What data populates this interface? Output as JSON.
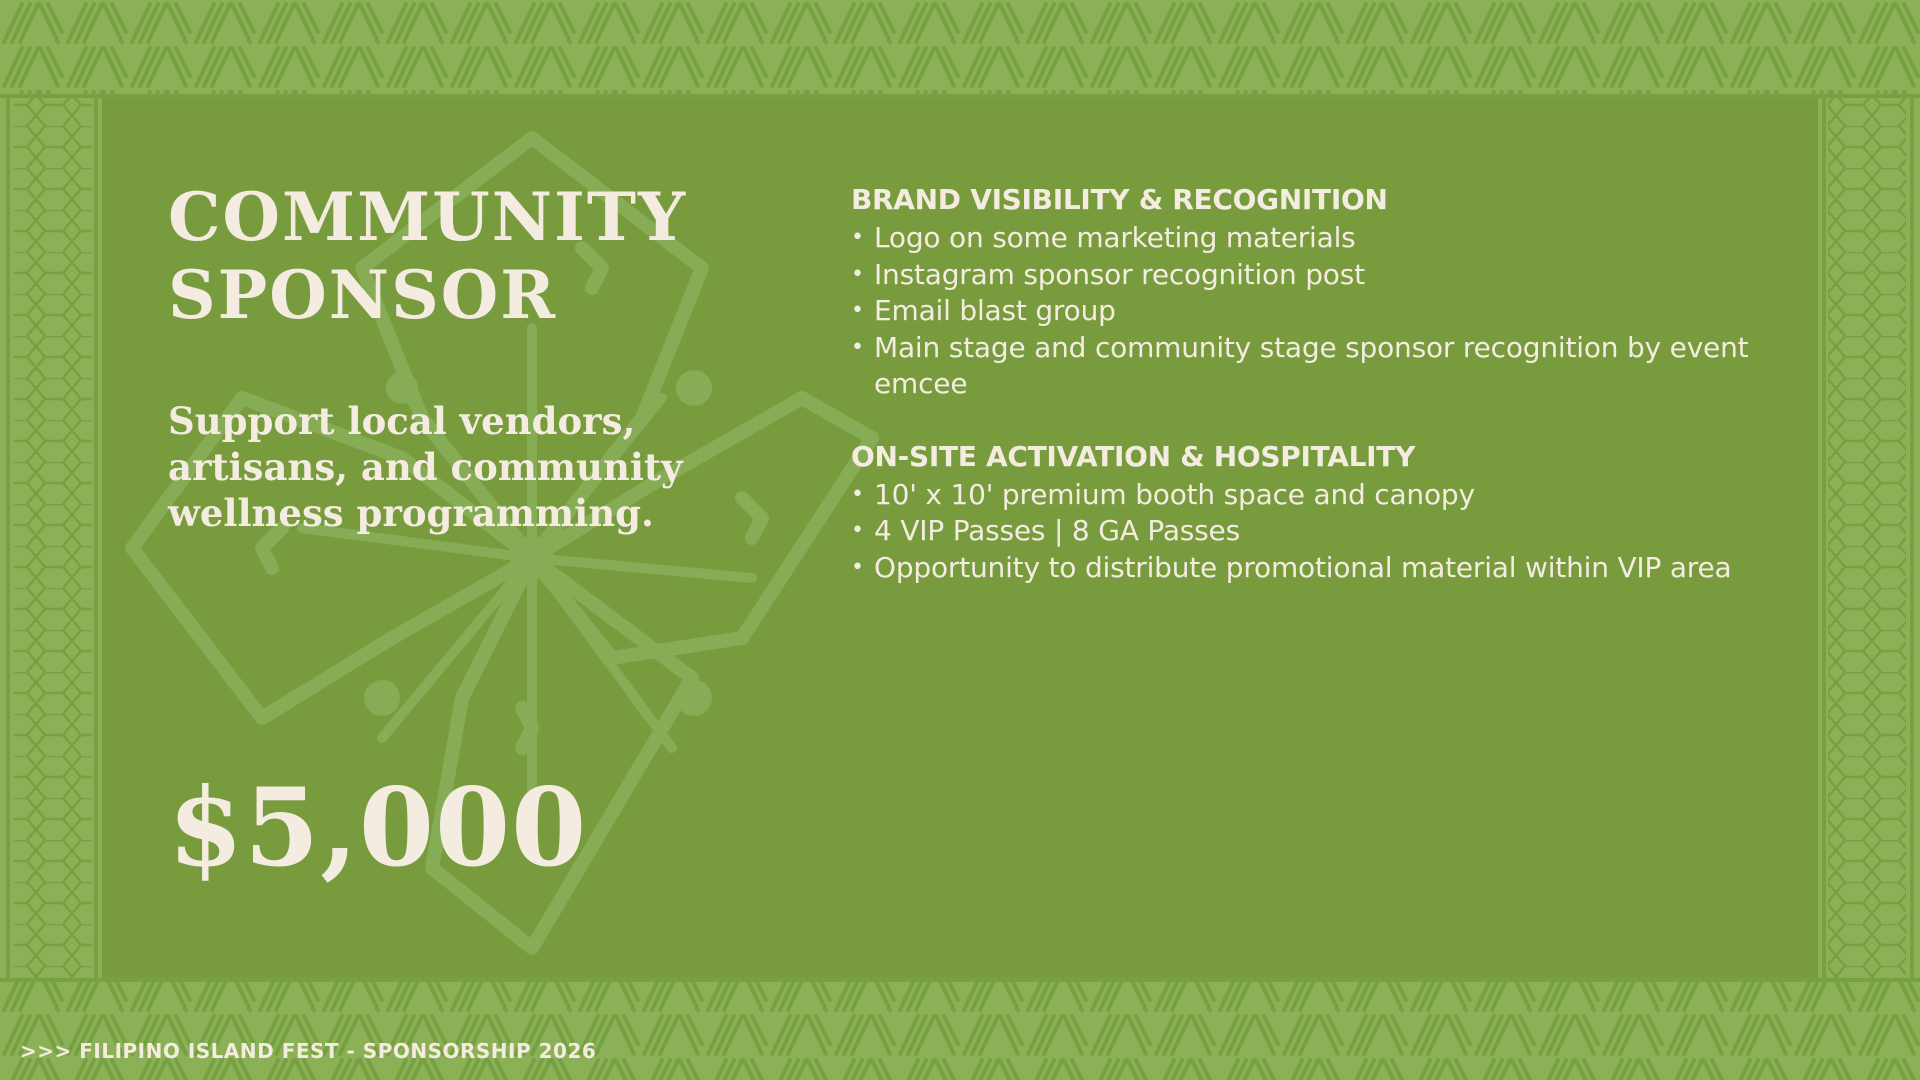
{
  "tier": {
    "title_line1": "COMMUNITY",
    "title_line2": "SPONSOR",
    "tagline": "Support local vendors, artisans, and community wellness programming.",
    "price": "$5,000"
  },
  "benefits": [
    {
      "heading": "BRAND VISIBILITY & RECOGNITION",
      "items": [
        "Logo on some marketing materials",
        "Instagram sponsor recognition post",
        "Email blast group",
        "Main stage and community stage sponsor recognition by event emcee"
      ]
    },
    {
      "heading": "ON-SITE ACTIVATION & HOSPITALITY",
      "items": [
        "10' x 10' premium booth space and canopy",
        "4 VIP Passes | 8 GA Passes",
        "Opportunity to distribute promotional material within VIP area"
      ]
    }
  ],
  "footer": {
    "text": ">>> FILIPINO ISLAND FEST - SPONSORSHIP 2026"
  },
  "colors": {
    "border_green": "#8bb055",
    "pattern_green": "#76a142",
    "panel_green": "#789b3d",
    "motif_green": "#86ac55",
    "text_cream": "#f4ece0"
  },
  "icons": {
    "border": "woven-pattern-border",
    "background": "tribal-sun-motif"
  }
}
